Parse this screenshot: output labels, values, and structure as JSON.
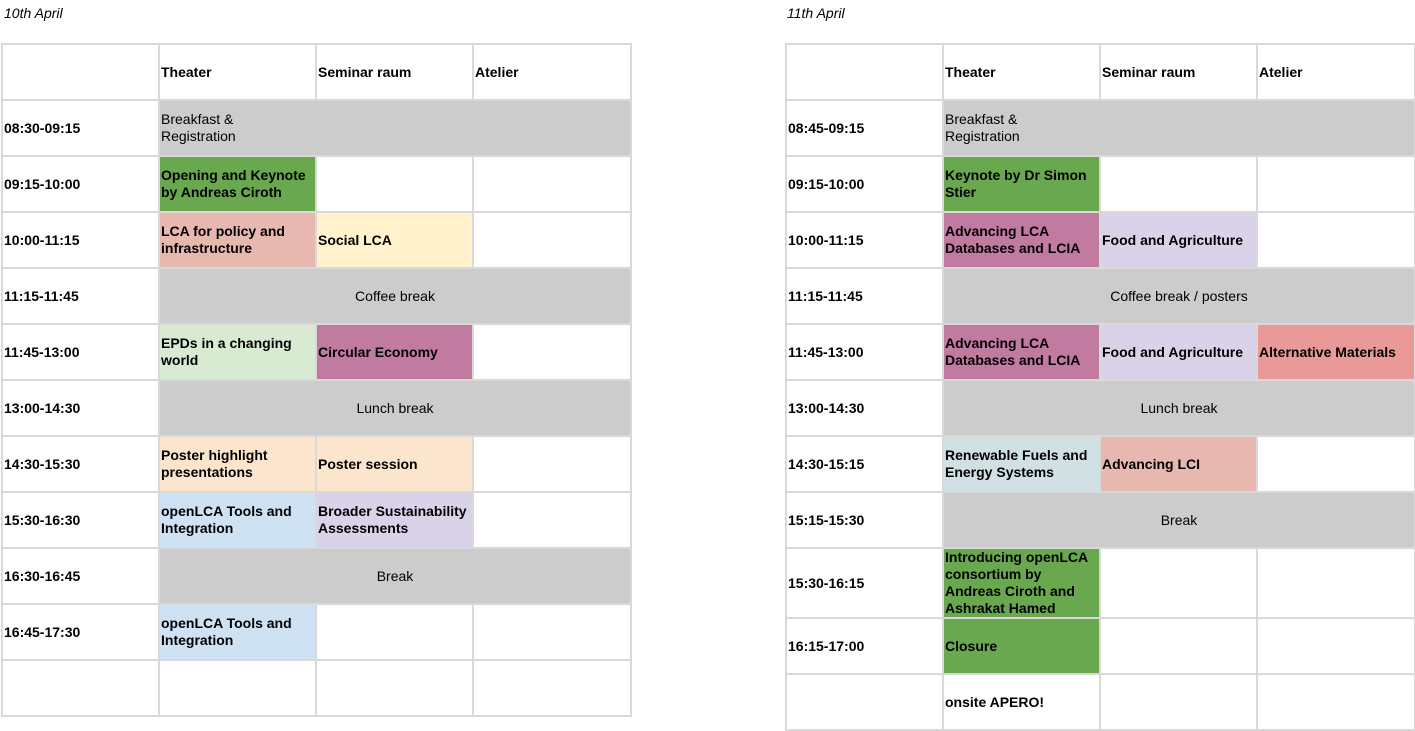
{
  "day1": {
    "title": "10th April",
    "headers": [
      "Theater",
      "Seminar raum",
      "Atelier"
    ],
    "rows": [
      {
        "time": "08:30-09:15",
        "cells": [
          "Breakfast & Registration"
        ]
      },
      {
        "time": "09:15-10:00",
        "cells": [
          "Opening and Keynote by Andreas Ciroth",
          "",
          ""
        ]
      },
      {
        "time": "10:00-11:15",
        "cells": [
          "LCA for policy and infrastructure",
          "Social LCA",
          ""
        ]
      },
      {
        "time": "11:15-11:45",
        "cells": [
          "Coffee break"
        ]
      },
      {
        "time": "11:45-13:00",
        "cells": [
          "EPDs in a changing world",
          "Circular Economy",
          ""
        ]
      },
      {
        "time": "13:00-14:30",
        "cells": [
          "Lunch break"
        ]
      },
      {
        "time": "14:30-15:30",
        "cells": [
          "Poster highlight presentations",
          "Poster session",
          ""
        ]
      },
      {
        "time": "15:30-16:30",
        "cells": [
          "openLCA Tools and Integration",
          "Broader Sustainability Assessments",
          ""
        ]
      },
      {
        "time": "16:30-16:45",
        "cells": [
          "Break"
        ]
      },
      {
        "time": "16:45-17:30",
        "cells": [
          "openLCA Tools and Integration",
          "",
          ""
        ]
      },
      {
        "time": "",
        "cells": [
          "",
          "",
          ""
        ]
      }
    ]
  },
  "day2": {
    "title": "11th April",
    "headers": [
      "Theater",
      "Seminar raum",
      "Atelier"
    ],
    "rows": [
      {
        "time": "08:45-09:15",
        "cells": [
          "Breakfast & Registration"
        ]
      },
      {
        "time": "09:15-10:00",
        "cells": [
          "Keynote by Dr Simon Stier",
          "",
          ""
        ]
      },
      {
        "time": "10:00-11:15",
        "cells": [
          "Advancing LCA Databases and LCIA",
          "Food and Agriculture",
          ""
        ]
      },
      {
        "time": "11:15-11:45",
        "cells": [
          "Coffee break / posters"
        ]
      },
      {
        "time": "11:45-13:00",
        "cells": [
          "Advancing LCA Databases and LCIA",
          "Food and Agriculture",
          "Alternative Materials"
        ]
      },
      {
        "time": "13:00-14:30",
        "cells": [
          "Lunch break"
        ]
      },
      {
        "time": "14:30-15:15",
        "cells": [
          "Renewable Fuels and Energy Systems",
          "Advancing LCI",
          ""
        ]
      },
      {
        "time": "15:15-15:30",
        "cells": [
          "Break"
        ]
      },
      {
        "time": "15:30-16:15",
        "cells": [
          "Introducing openLCA consortium by Andreas Ciroth and Ashrakat Hamed",
          "",
          ""
        ]
      },
      {
        "time": "16:15-17:00",
        "cells": [
          "Closure",
          "",
          ""
        ]
      },
      {
        "time": "",
        "cells": [
          "onsite APERO!",
          "",
          ""
        ]
      }
    ]
  },
  "colors": {
    "gray": "#cccccc",
    "green": "#6aa84f",
    "rose": "#e6b8af",
    "cream": "#fff2cc",
    "light_green": "#d9ead3",
    "magenta": "#c27ba0",
    "peach": "#fce5cd",
    "light_blue": "#cfe2f3",
    "lavender": "#d9d2e9",
    "salmon": "#ea9999",
    "teal_gray": "#d0e0e3",
    "grid": "#d9d9d9"
  }
}
